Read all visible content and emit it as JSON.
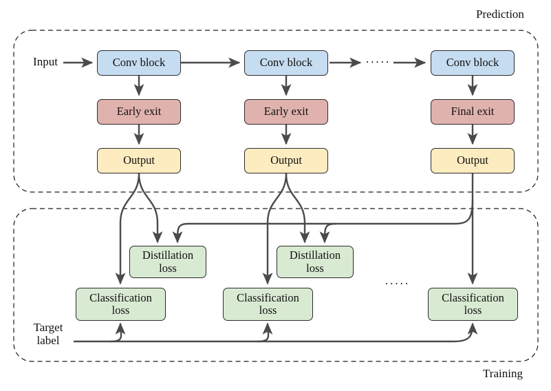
{
  "diagram": {
    "title_prediction": "Prediction",
    "title_training": "Training",
    "input_label": "Input",
    "target_label": "Target\nlabel",
    "ellipsis": ".....",
    "colors": {
      "conv_block": "#c6dcf0",
      "exit": "#e0b2ae",
      "output": "#fcecc0",
      "loss": "#d9ead3",
      "stroke": "#2b2b2b",
      "arrow": "#4a4a4a",
      "dashed_frame": "#1a1a1a"
    },
    "prediction_stages": [
      {
        "conv": "Conv block",
        "exit": "Early exit",
        "output": "Output"
      },
      {
        "conv": "Conv block",
        "exit": "Early exit",
        "output": "Output"
      },
      {
        "conv": "Conv block",
        "exit": "Final exit",
        "output": "Output"
      }
    ],
    "training_losses": {
      "distillation": [
        {
          "line1": "Distillation",
          "line2": "loss"
        },
        {
          "line1": "Distillation",
          "line2": "loss"
        }
      ],
      "classification": [
        {
          "line1": "Classification",
          "line2": "loss"
        },
        {
          "line1": "Classification",
          "line2": "loss"
        },
        {
          "line1": "Classification",
          "line2": "loss"
        }
      ]
    }
  }
}
